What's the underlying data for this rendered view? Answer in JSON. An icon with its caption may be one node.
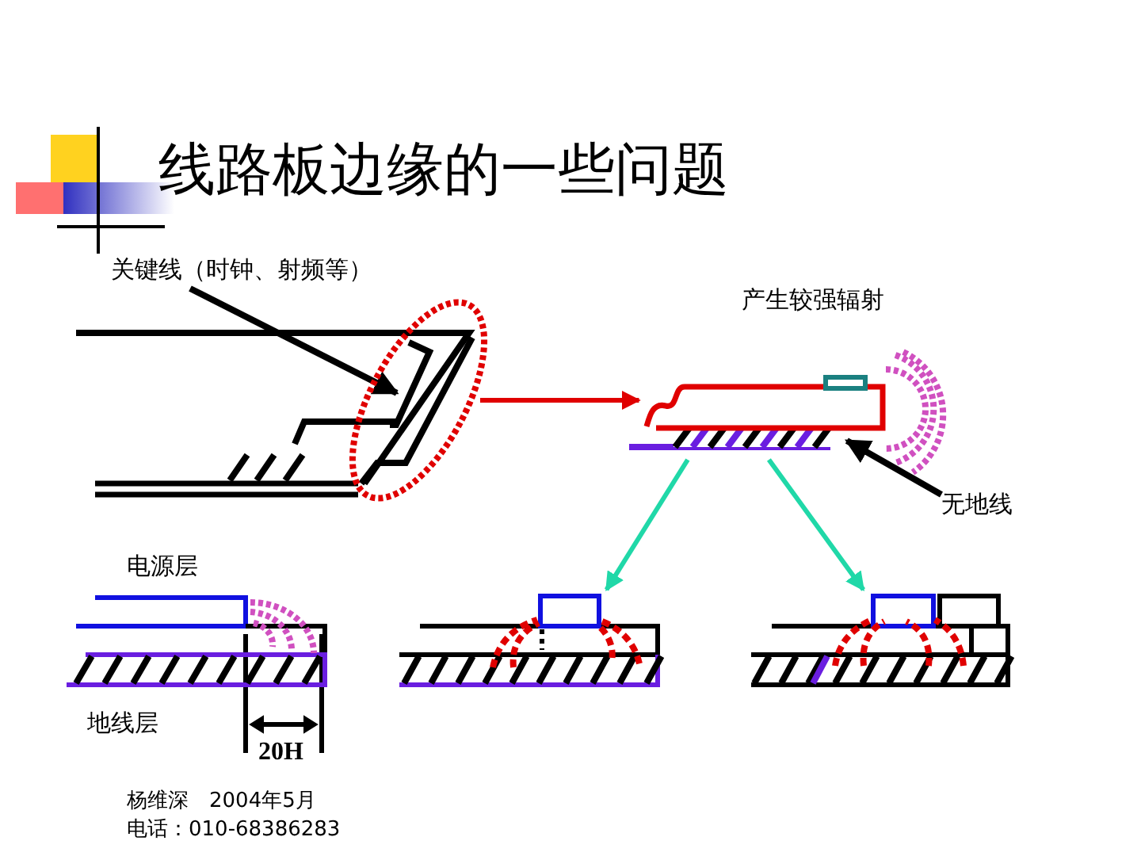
{
  "diagram": {
    "title": "线路板边缘的一些问题",
    "nodes": [
      {
        "text": [
          "关键线（时钟、射频等）"
        ]
      },
      {
        "text": [],
        "shape": "circle"
      },
      {
        "text": [],
        "shape": "bar",
        "in": 1
      },
      {
        "text": [],
        "shape": "picture",
        "beside": [
          "产生较强辐射"
        ]
      },
      {
        "text": [
          "无地线"
        ]
      },
      {
        "text": [],
        "shape": "picture",
        "beside": [
          "电源层",
          "地线层"
        ]
      },
      {
        "text": [],
        "shape": "picture"
      },
      {
        "text": [],
        "shape": "picture"
      }
    ],
    "edges": [
      {
        "from": 0,
        "to": 2,
        "arrow": "to"
      },
      {
        "from": 1,
        "to": 3,
        "arrow": "to",
        "color": "#e00000"
      },
      {
        "from": 4,
        "to": 3,
        "arrow": "to"
      },
      {
        "from": 3,
        "to": 6,
        "arrow": "to",
        "color": "#20d8a8"
      },
      {
        "from": 3,
        "to": 7,
        "arrow": "to",
        "color": "#20d8a8"
      }
    ],
    "labels": [
      "20H",
      "杨维深　2004年5月",
      "电话：010-68386283"
    ]
  }
}
